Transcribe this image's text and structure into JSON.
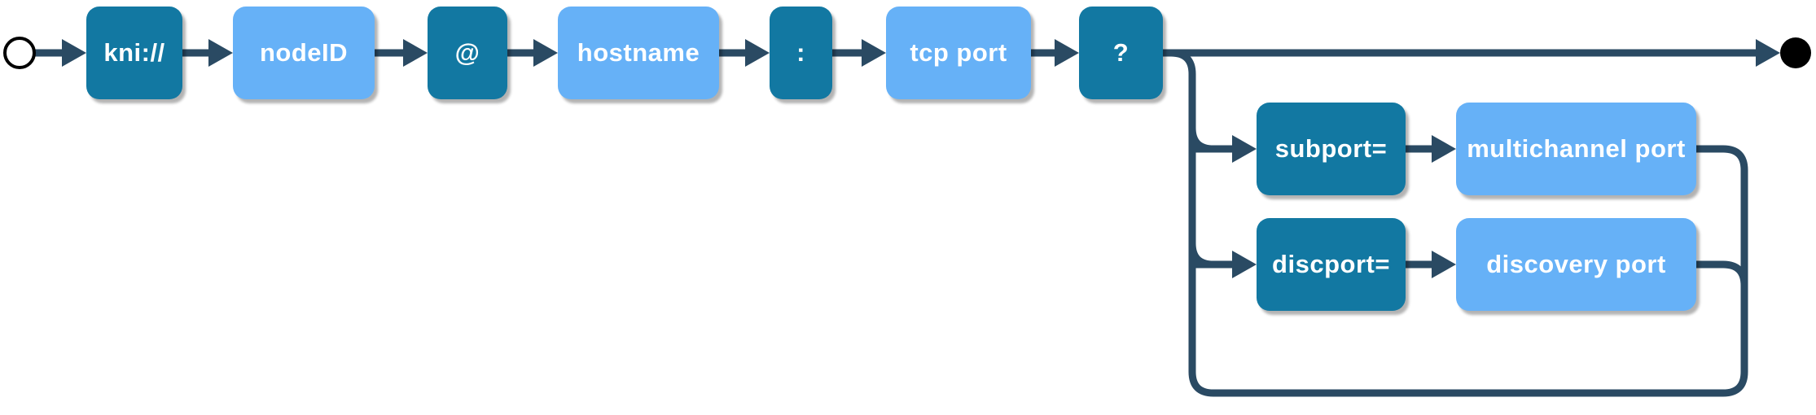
{
  "diagram": {
    "kind": "railroad-syntax-diagram",
    "colors": {
      "terminal_fill": "#1278a2",
      "nonterminal_fill": "#66b1f7",
      "connector": "#2a4a63",
      "text": "#ffffff",
      "start_node_fill": "#ffffff",
      "start_node_stroke": "#000000",
      "end_node_fill": "#000000"
    },
    "nodes": [
      {
        "id": "kni-scheme",
        "label": "kni://",
        "kind": "terminal"
      },
      {
        "id": "node-id",
        "label": "nodeID",
        "kind": "nonterminal"
      },
      {
        "id": "at-sign",
        "label": "@",
        "kind": "terminal"
      },
      {
        "id": "hostname",
        "label": "hostname",
        "kind": "nonterminal"
      },
      {
        "id": "colon",
        "label": ":",
        "kind": "terminal"
      },
      {
        "id": "tcp-port",
        "label": "tcp port",
        "kind": "nonterminal"
      },
      {
        "id": "question-mark",
        "label": "?",
        "kind": "terminal"
      },
      {
        "id": "subport-key",
        "label": "subport=",
        "kind": "terminal"
      },
      {
        "id": "multichannel-port",
        "label": "multichannel port",
        "kind": "nonterminal"
      },
      {
        "id": "discport-key",
        "label": "discport=",
        "kind": "terminal"
      },
      {
        "id": "discovery-port",
        "label": "discovery port",
        "kind": "nonterminal"
      }
    ]
  }
}
